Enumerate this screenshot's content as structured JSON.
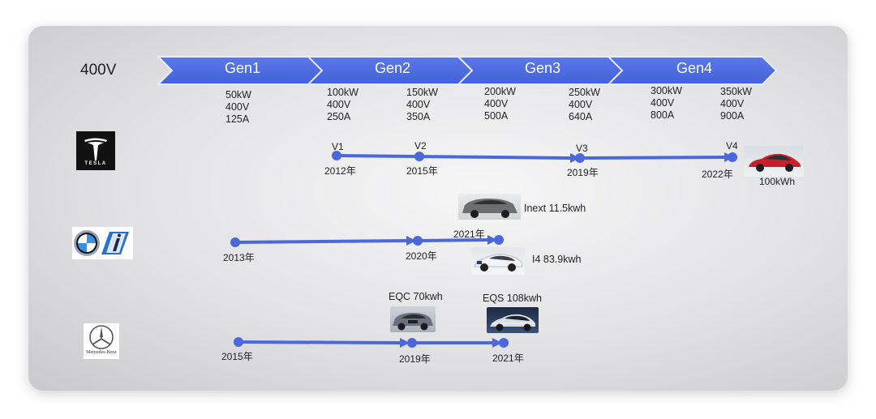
{
  "voltage_label": "400V",
  "generations": [
    {
      "label": "Gen1",
      "specs": [
        {
          "lines": [
            "50kW",
            "400V",
            "125A"
          ]
        }
      ]
    },
    {
      "label": "Gen2",
      "specs": [
        {
          "lines": [
            "100kW",
            "400V",
            "250A"
          ]
        },
        {
          "lines": [
            "150kW",
            "400V",
            "350A"
          ]
        }
      ]
    },
    {
      "label": "Gen3",
      "specs": [
        {
          "lines": [
            "200kW",
            "400V",
            "500A"
          ]
        },
        {
          "lines": [
            "250kW",
            "400V",
            "640A"
          ]
        }
      ]
    },
    {
      "label": "Gen4",
      "specs": [
        {
          "lines": [
            "300kW",
            "400V",
            "800A"
          ]
        },
        {
          "lines": [
            "350kW",
            "400V",
            "900A"
          ]
        }
      ]
    }
  ],
  "brands": {
    "tesla": {
      "logo_text": "TESLA",
      "versions": [
        "V1",
        "V2",
        "V3",
        "V4"
      ],
      "years": [
        "2012年",
        "2015年",
        "2019年",
        "2022年"
      ],
      "car_label": "100kWh"
    },
    "bmw": {
      "years": [
        "2013年",
        "2020年",
        "2021年"
      ],
      "cars": [
        "Inext 11.5kwh",
        "I4 83.9kwh"
      ]
    },
    "mercedes": {
      "logo_text": "Mercedes-Benz",
      "years": [
        "2015年",
        "2019年",
        "2021年"
      ],
      "cars": [
        "EQC 70kwh",
        "EQS 108kwh"
      ]
    }
  },
  "colors": {
    "accent": "#4f6fe0",
    "arrow_stroke": "#e8ecff",
    "timeline": "#4a68dc"
  }
}
